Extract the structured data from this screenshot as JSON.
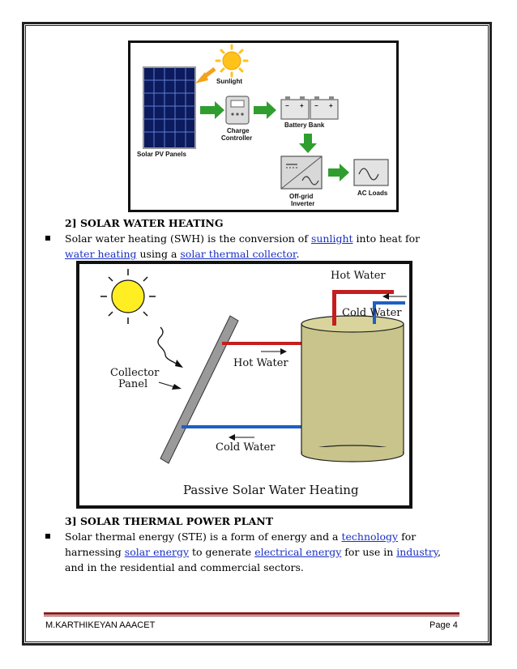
{
  "figure1": {
    "labels": {
      "sunlight": "Sunlight",
      "solar_pv_panels": "Solar PV Panels",
      "charge_controller_line1": "Charge",
      "charge_controller_line2": "Controller",
      "battery_bank": "Battery Bank",
      "off_grid_inverter_line1": "Off-grid",
      "off_grid_inverter_line2": "Inverter",
      "ac_loads": "AC Loads"
    }
  },
  "section2": {
    "heading": "2] SOLAR WATER HEATING",
    "text": [
      {
        "t": "Solar water heating (SWH) is the conversion of ",
        "link": false
      },
      {
        "t": "sunlight",
        "link": true
      },
      {
        "t": " into heat for ",
        "link": false
      },
      {
        "t": "water heating",
        "link": true
      },
      {
        "t": " using a ",
        "link": false
      },
      {
        "t": "solar thermal collector",
        "link": true
      },
      {
        "t": ".",
        "link": false
      }
    ]
  },
  "figure2": {
    "labels": {
      "hot_water_top": "Hot Water",
      "cold_water_right": "Cold Water",
      "collector_line1": "Collector",
      "collector_line2": "Panel",
      "hot_water_pipe": "Hot Water",
      "cold_water_pipe": "Cold Water",
      "caption": "Passive Solar Water Heating"
    }
  },
  "section3": {
    "heading": "3] SOLAR THERMAL POWER PLANT",
    "text": [
      {
        "t": "Solar thermal energy (STE) is a form of energy and a ",
        "link": false
      },
      {
        "t": "technology",
        "link": true
      },
      {
        "t": " for harnessing ",
        "link": false
      },
      {
        "t": "solar energy",
        "link": true
      },
      {
        "t": " to generate  ",
        "link": false
      },
      {
        "t": "electrical energy",
        "link": true
      },
      {
        "t": " for use in ",
        "link": false
      },
      {
        "t": "industry",
        "link": true
      },
      {
        "t": ", and in the residential and commercial sectors.",
        "link": false
      }
    ]
  },
  "footer": {
    "author": "M.KARTHIKEYAN AAACET",
    "page": "Page 4"
  }
}
